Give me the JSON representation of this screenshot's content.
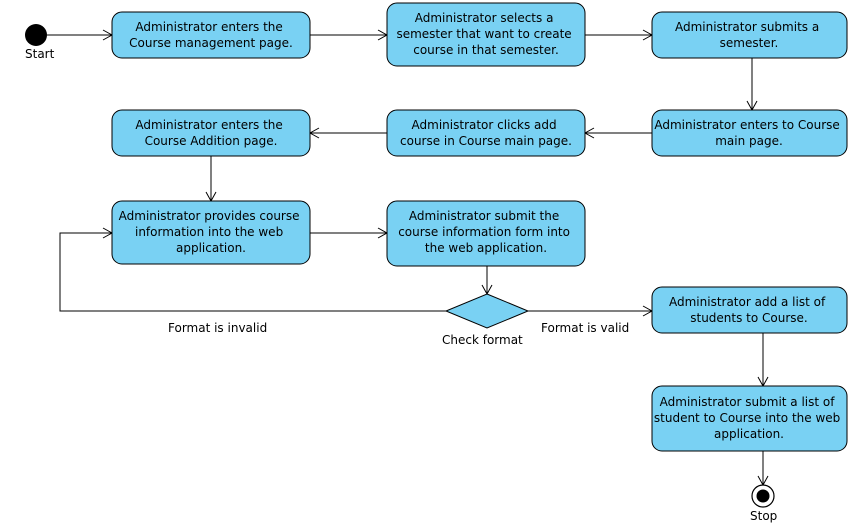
{
  "start_label": "Start",
  "stop_label": "Stop",
  "decision_label": "Check format",
  "branch_invalid_label": "Format is invalid",
  "branch_valid_label": "Format is valid",
  "nodes": {
    "n1": [
      "Administrator enters the",
      "Course management page."
    ],
    "n2": [
      "Administrator selects a",
      "semester that want to create",
      "course in that semester."
    ],
    "n3": [
      "Administrator submits a",
      "semester."
    ],
    "n4": [
      "Administrator enters to Course",
      "main page."
    ],
    "n5": [
      "Administrator clicks add",
      "course in Course main page."
    ],
    "n6": [
      "Administrator enters the",
      "Course Addition page."
    ],
    "n7": [
      "Administrator provides course",
      "information into the web",
      "application."
    ],
    "n8": [
      "Administrator submit the",
      "course information form into",
      "the web application."
    ],
    "n9": [
      "Administrator add a list of",
      "students to Course."
    ],
    "n10": [
      "Administrator submit a list of",
      "student to Course into the web",
      "application."
    ]
  },
  "colors": {
    "node_fill": "#79d1f3",
    "stroke": "#000000"
  }
}
